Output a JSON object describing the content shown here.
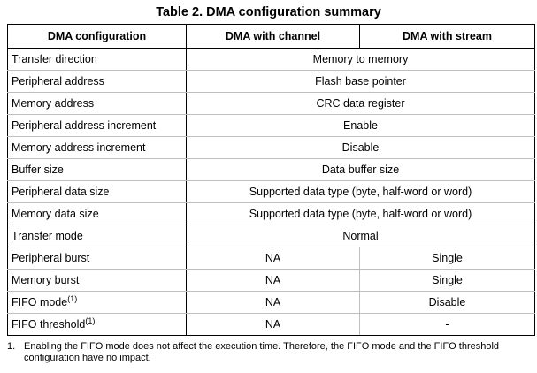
{
  "title": "Table 2. DMA configuration summary",
  "table": {
    "headers": [
      "DMA configuration",
      "DMA with channel",
      "DMA with stream"
    ],
    "rows": [
      {
        "param": "Transfer direction",
        "merged": "Memory to memory"
      },
      {
        "param": "Peripheral address",
        "merged": "Flash base pointer"
      },
      {
        "param": "Memory address",
        "merged": "CRC data register"
      },
      {
        "param": "Peripheral address increment",
        "merged": "Enable"
      },
      {
        "param": "Memory address increment",
        "merged": "Disable"
      },
      {
        "param": "Buffer size",
        "merged": "Data buffer size"
      },
      {
        "param": "Peripheral data size",
        "merged": "Supported data type (byte, half-word or word)"
      },
      {
        "param": "Memory data size",
        "merged": "Supported data type (byte, half-word or word)"
      },
      {
        "param": "Transfer mode",
        "merged": "Normal"
      },
      {
        "param": "Peripheral burst",
        "channel": "NA",
        "stream": "Single"
      },
      {
        "param": "Memory burst",
        "channel": "NA",
        "stream": "Single"
      },
      {
        "param": "FIFO mode",
        "note": "(1)",
        "channel": "NA",
        "stream": "Disable"
      },
      {
        "param": "FIFO threshold",
        "note": "(1)",
        "channel": "NA",
        "stream": "-"
      }
    ]
  },
  "footnote": {
    "number": "1.",
    "text": "Enabling the FIFO mode does not affect the execution time. Therefore, the FIFO mode and the FIFO threshold configuration have no impact."
  }
}
